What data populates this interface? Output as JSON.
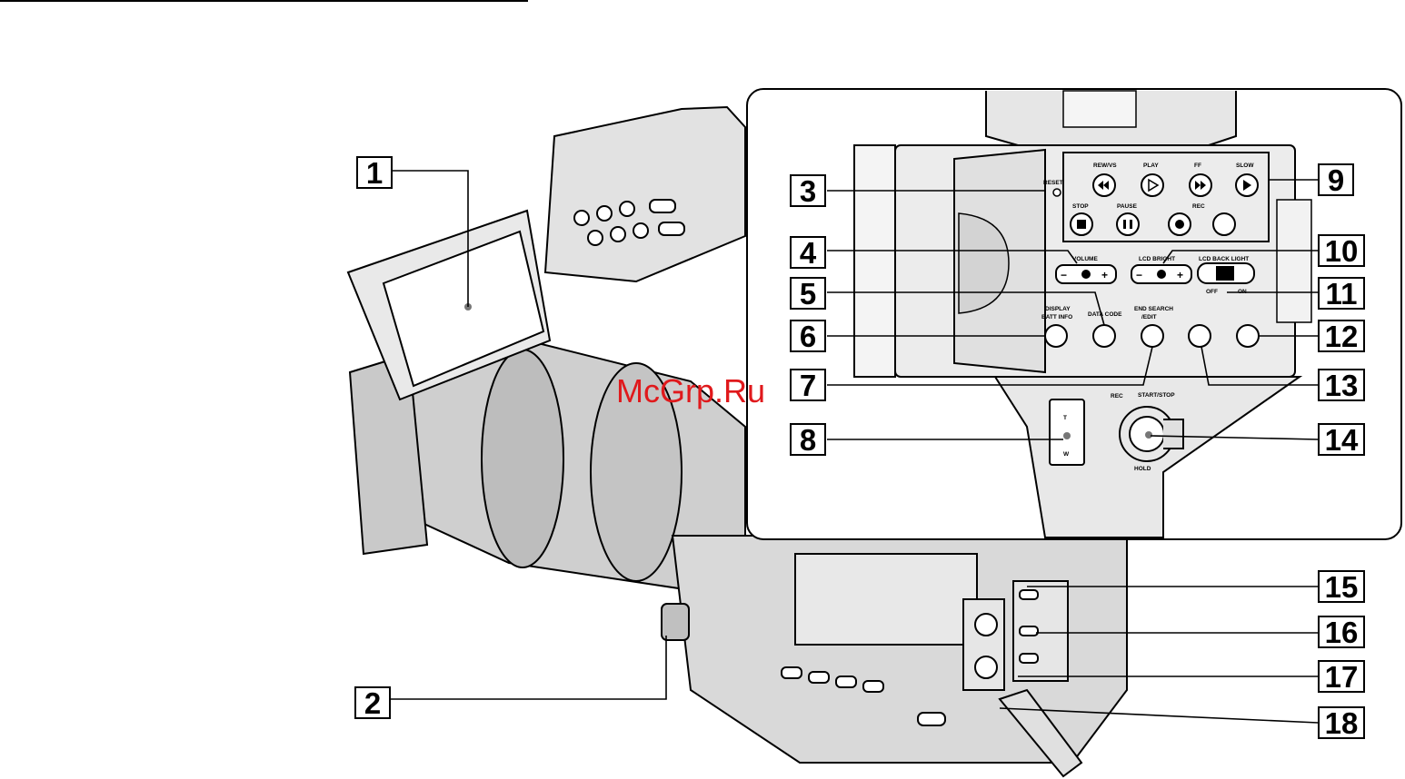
{
  "callouts": [
    "1",
    "2",
    "3",
    "4",
    "5",
    "6",
    "7",
    "8",
    "9",
    "10",
    "11",
    "12",
    "13",
    "14",
    "15",
    "16",
    "17",
    "18"
  ],
  "watermark": "McGrp.Ru",
  "panel_labels": {
    "reset": "RESET",
    "rew": "REW/VS",
    "play": "PLAY",
    "ff": "FF",
    "slow": "SLOW",
    "stop": "STOP",
    "pause": "PAUSE",
    "rec": "REC",
    "volume": "VOLUME",
    "lcd_bright": "LCD BRIGHT",
    "lcd_back_light": "LCD BACK LIGHT",
    "off": "OFF",
    "on": "ON",
    "display": "DISPLAY",
    "batt_info": "BATT INFO",
    "data_code": "DATA CODE",
    "end_search": "END SEARCH",
    "edit": "/EDIT",
    "rec_big": "REC",
    "start_stop": "START/STOP",
    "hold": "HOLD",
    "t": "T",
    "w": "W"
  },
  "colors": {
    "line": "#000000",
    "panel_fill": "#f2f2f2",
    "body_fill": "#d9d9d9",
    "watermark": "#e0191c"
  }
}
